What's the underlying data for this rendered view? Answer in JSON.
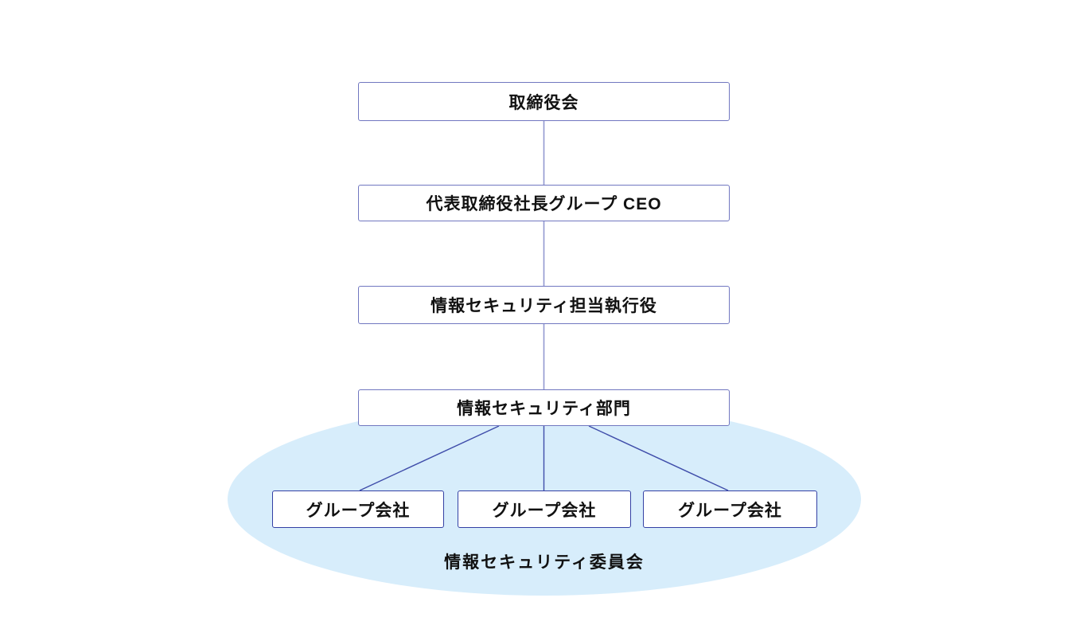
{
  "diagram": {
    "type": "org-chart",
    "nodes": {
      "board": {
        "label": "取締役会"
      },
      "group_ceo": {
        "label": "代表取締役社長グループ CEO"
      },
      "security_executive": {
        "label": "情報セキュリティ担当執行役"
      },
      "security_division": {
        "label": "情報セキュリティ部門"
      },
      "group_companies": [
        {
          "label": "グループ会社"
        },
        {
          "label": "グループ会社"
        },
        {
          "label": "グループ会社"
        }
      ],
      "committee": {
        "label": "情報セキュリティ委員会"
      }
    },
    "colors": {
      "background": "#ffffff",
      "upper_box_border": "#7177c0",
      "lower_box_border": "#3340a4",
      "upper_connector": "#9399d0",
      "lower_connector": "#3f4daa",
      "ellipse_fill": "#d7edfb",
      "box_fill": "#ffffff",
      "text": "#111111"
    }
  }
}
